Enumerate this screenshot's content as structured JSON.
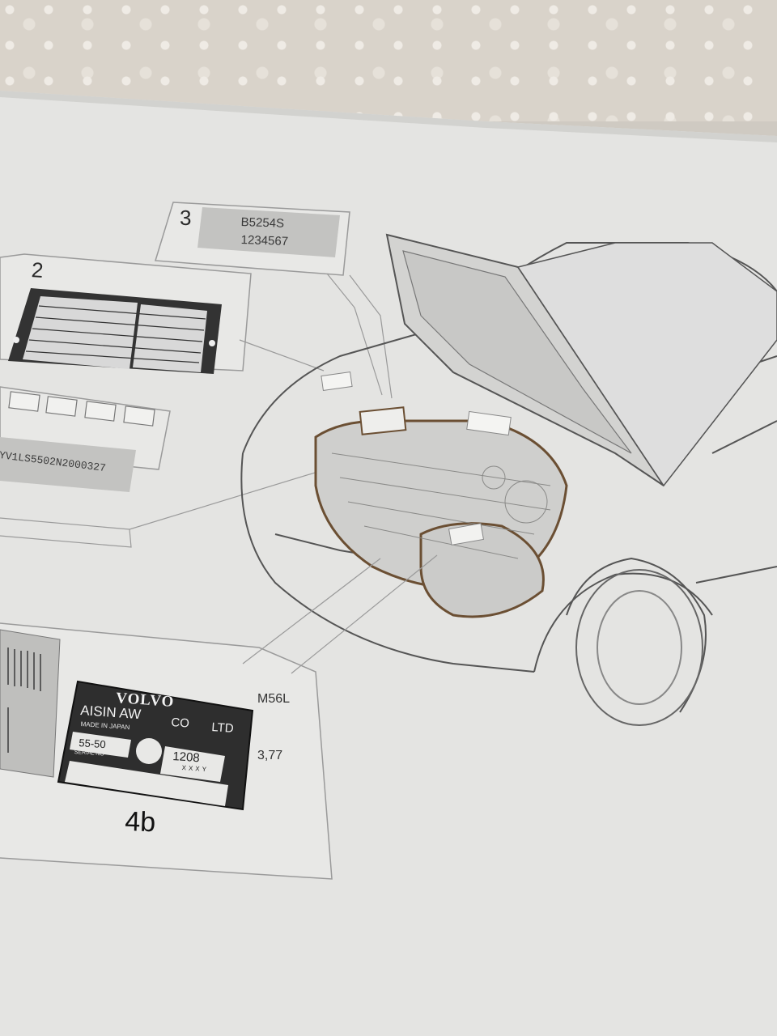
{
  "callouts": {
    "label_2": "2",
    "label_3": "3",
    "label_4b": "4b"
  },
  "engine_plate": {
    "line1": "B5254S",
    "line2": "1234567"
  },
  "vin_plate": {
    "text": "YV1LS5502N2000327"
  },
  "gearbox_plate_left": {
    "code": "M56L",
    "ratio": "3,77"
  },
  "gearbox_plate_4b": {
    "brand": "VOLVO",
    "maker_left": "AISIN AW",
    "maker_co": "CO",
    "maker_ltd": "LTD",
    "made_in": "MADE IN JAPAN",
    "model": "55-50",
    "serial_label": "SERIAL NO",
    "code": "1208",
    "code_sub": "XXXY"
  },
  "colors": {
    "page": "#e4e4e2",
    "plate_dark": "#2e2e2e",
    "engine_outline": "#6b4f33"
  }
}
